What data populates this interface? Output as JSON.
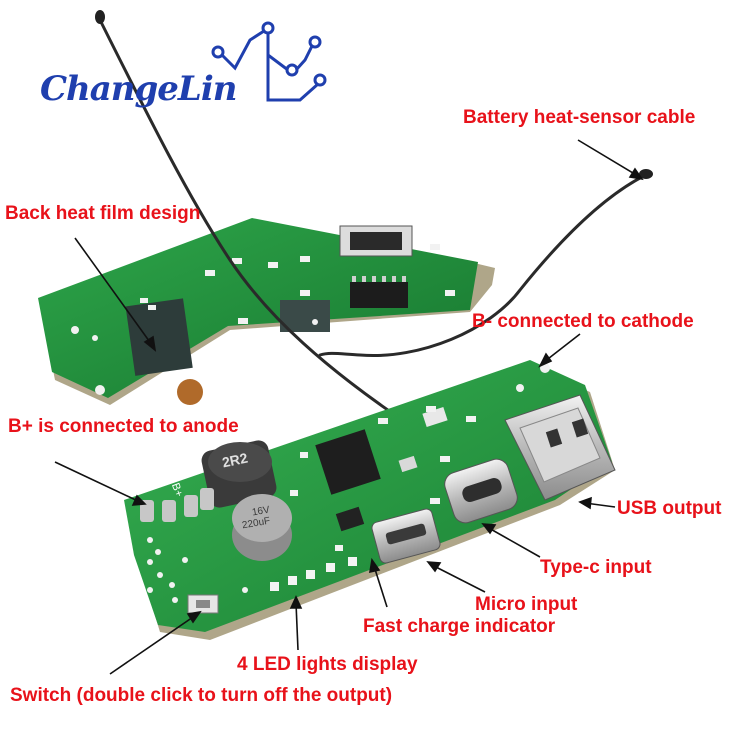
{
  "logo": {
    "text": "ChangeLin"
  },
  "labels": {
    "battery_sensor": "Battery heat-sensor cable",
    "back_heat_film": "Back heat film design",
    "b_minus": "B- connected to cathode",
    "b_plus": "B+ is connected to anode",
    "usb_output": "USB output",
    "typec_input": "Type-c input",
    "micro_input": "Micro input",
    "fast_charge": "Fast charge indicator",
    "led_display": "4 LED lights display",
    "switch": "Switch (double click to turn off the output)"
  },
  "components": {
    "inductor_marking": "2R2",
    "capacitor_voltage": "16V",
    "capacitor_value": "220uF",
    "b_plus_silk": "B+"
  },
  "colors": {
    "label_red": "#e8121a",
    "logo_blue": "#1f3fae",
    "pcb_green": "#1f8f3c"
  }
}
